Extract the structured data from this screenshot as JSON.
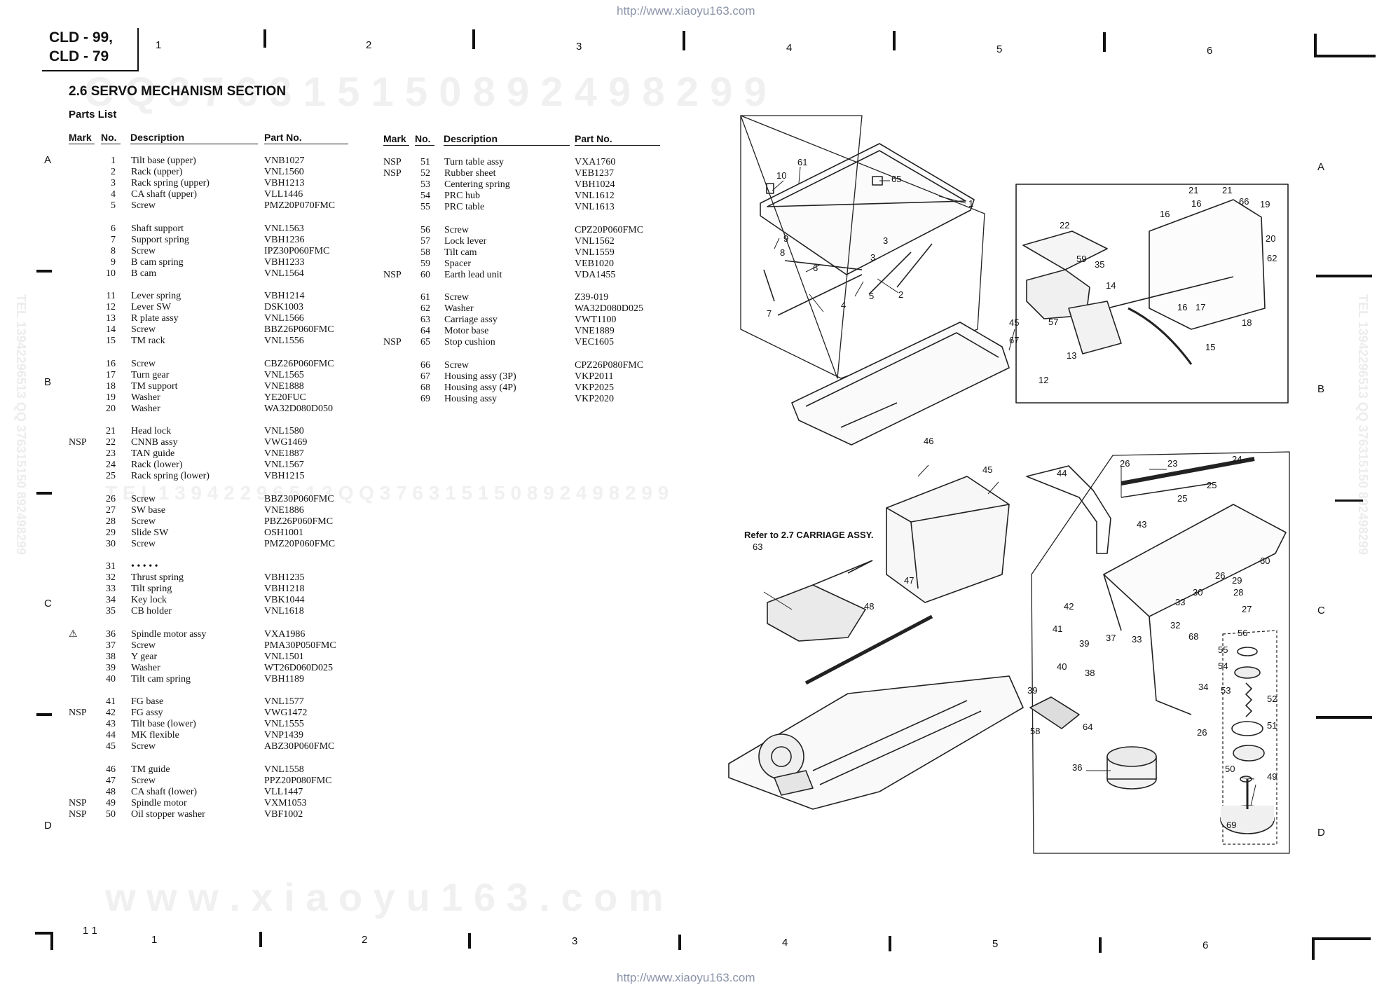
{
  "header": {
    "url_top": "http://www.xiaoyu163.com",
    "url_bottom": "http://www.xiaoyu163.com",
    "model_line1": "CLD - 99,",
    "model_line2": "CLD - 79",
    "page_number": "1 1"
  },
  "grid": {
    "columns_top": [
      "1",
      "2",
      "3",
      "4",
      "5",
      "6"
    ],
    "columns_bottom": [
      "1",
      "2",
      "3",
      "4",
      "5",
      "6"
    ],
    "rows": [
      "A",
      "B",
      "C",
      "D"
    ]
  },
  "watermarks": {
    "top_digits": "C Q   3 7 6 3 1 5 1 5 0           8 9 2 4 9 8 2 9 9",
    "mid_line": "T E L   1 3 9 4 2 2 9 6 5 1 3           Q Q   3 7 6 3 1 5 1 5 0           8 9 2 4 9 8 2 9 9",
    "bottom_url": "w w w . x i a o y u 1 6 3 . c o m",
    "left_side": "TEL 13942296513  QQ 376315150  892498299",
    "right_side": "TEL 13942296513  QQ 376315150  892498299"
  },
  "section": {
    "title": "2.6 SERVO MECHANISM SECTION",
    "subtitle": "Parts List"
  },
  "table_headers": {
    "mark": "Mark",
    "no": "No.",
    "description": "Description",
    "part_no": "Part No."
  },
  "parts_left": [
    {
      "mark": "",
      "no": "1",
      "desc": "Tilt base (upper)",
      "part": "VNB1027"
    },
    {
      "mark": "",
      "no": "2",
      "desc": "Rack (upper)",
      "part": "VNL1560"
    },
    {
      "mark": "",
      "no": "3",
      "desc": "Rack spring (upper)",
      "part": "VBH1213"
    },
    {
      "mark": "",
      "no": "4",
      "desc": "CA shaft (upper)",
      "part": "VLL1446"
    },
    {
      "mark": "",
      "no": "5",
      "desc": "Screw",
      "part": "PMZ20P070FMC"
    },
    {
      "mark": "",
      "no": "6",
      "desc": "Shaft support",
      "part": "VNL1563"
    },
    {
      "mark": "",
      "no": "7",
      "desc": "Support spring",
      "part": "VBH1236"
    },
    {
      "mark": "",
      "no": "8",
      "desc": "Screw",
      "part": "IPZ30P060FMC"
    },
    {
      "mark": "",
      "no": "9",
      "desc": "B cam spring",
      "part": "VBH1233"
    },
    {
      "mark": "",
      "no": "10",
      "desc": "B cam",
      "part": "VNL1564"
    },
    {
      "mark": "",
      "no": "11",
      "desc": "Lever spring",
      "part": "VBH1214"
    },
    {
      "mark": "",
      "no": "12",
      "desc": "Lever SW",
      "part": "DSK1003"
    },
    {
      "mark": "",
      "no": "13",
      "desc": "R plate assy",
      "part": "VNL1566"
    },
    {
      "mark": "",
      "no": "14",
      "desc": "Screw",
      "part": "BBZ26P060FMC"
    },
    {
      "mark": "",
      "no": "15",
      "desc": "TM rack",
      "part": "VNL1556"
    },
    {
      "mark": "",
      "no": "16",
      "desc": "Screw",
      "part": "CBZ26P060FMC"
    },
    {
      "mark": "",
      "no": "17",
      "desc": "Turn gear",
      "part": "VNL1565"
    },
    {
      "mark": "",
      "no": "18",
      "desc": "TM support",
      "part": "VNE1888"
    },
    {
      "mark": "",
      "no": "19",
      "desc": "Washer",
      "part": "YE20FUC"
    },
    {
      "mark": "",
      "no": "20",
      "desc": "Washer",
      "part": "WA32D080D050"
    },
    {
      "mark": "",
      "no": "21",
      "desc": "Head lock",
      "part": "VNL1580"
    },
    {
      "mark": "NSP",
      "no": "22",
      "desc": "CNNB assy",
      "part": "VWG1469"
    },
    {
      "mark": "",
      "no": "23",
      "desc": "TAN guide",
      "part": "VNE1887"
    },
    {
      "mark": "",
      "no": "24",
      "desc": "Rack (lower)",
      "part": "VNL1567"
    },
    {
      "mark": "",
      "no": "25",
      "desc": "Rack spring (lower)",
      "part": "VBH1215"
    },
    {
      "mark": "",
      "no": "26",
      "desc": "Screw",
      "part": "BBZ30P060FMC"
    },
    {
      "mark": "",
      "no": "27",
      "desc": "SW base",
      "part": "VNE1886"
    },
    {
      "mark": "",
      "no": "28",
      "desc": "Screw",
      "part": "PBZ26P060FMC"
    },
    {
      "mark": "",
      "no": "29",
      "desc": "Slide SW",
      "part": "OSH1001"
    },
    {
      "mark": "",
      "no": "30",
      "desc": "Screw",
      "part": "PMZ20P060FMC"
    },
    {
      "mark": "",
      "no": "31",
      "desc": "• • • • •",
      "part": ""
    },
    {
      "mark": "",
      "no": "32",
      "desc": "Thrust spring",
      "part": "VBH1235"
    },
    {
      "mark": "",
      "no": "33",
      "desc": "Tilt spring",
      "part": "VBH1218"
    },
    {
      "mark": "",
      "no": "34",
      "desc": "Key lock",
      "part": "VBK1044"
    },
    {
      "mark": "",
      "no": "35",
      "desc": "CB holder",
      "part": "VNL1618"
    },
    {
      "mark": "⚠",
      "no": "36",
      "desc": "Spindle motor assy",
      "part": "VXA1986"
    },
    {
      "mark": "",
      "no": "37",
      "desc": "Screw",
      "part": "PMA30P050FMC"
    },
    {
      "mark": "",
      "no": "38",
      "desc": "Y gear",
      "part": "VNL1501"
    },
    {
      "mark": "",
      "no": "39",
      "desc": "Washer",
      "part": "WT26D060D025"
    },
    {
      "mark": "",
      "no": "40",
      "desc": "Tilt cam spring",
      "part": "VBH1189"
    },
    {
      "mark": "",
      "no": "41",
      "desc": "FG base",
      "part": "VNL1577"
    },
    {
      "mark": "NSP",
      "no": "42",
      "desc": "FG assy",
      "part": "VWG1472"
    },
    {
      "mark": "",
      "no": "43",
      "desc": "Tilt base (lower)",
      "part": "VNL1555"
    },
    {
      "mark": "",
      "no": "44",
      "desc": "MK flexible",
      "part": "VNP1439"
    },
    {
      "mark": "",
      "no": "45",
      "desc": "Screw",
      "part": "ABZ30P060FMC"
    },
    {
      "mark": "",
      "no": "46",
      "desc": "TM guide",
      "part": "VNL1558"
    },
    {
      "mark": "",
      "no": "47",
      "desc": "Screw",
      "part": "PPZ20P080FMC"
    },
    {
      "mark": "",
      "no": "48",
      "desc": "CA shaft (lower)",
      "part": "VLL1447"
    },
    {
      "mark": "NSP",
      "no": "49",
      "desc": "Spindle motor",
      "part": "VXM1053"
    },
    {
      "mark": "NSP",
      "no": "50",
      "desc": "Oil stopper washer",
      "part": "VBF1002"
    }
  ],
  "parts_right": [
    {
      "mark": "NSP",
      "no": "51",
      "desc": "Turn table assy",
      "part": "VXA1760"
    },
    {
      "mark": "NSP",
      "no": "52",
      "desc": "Rubber sheet",
      "part": "VEB1237"
    },
    {
      "mark": "",
      "no": "53",
      "desc": "Centering spring",
      "part": "VBH1024"
    },
    {
      "mark": "",
      "no": "54",
      "desc": "PRC hub",
      "part": "VNL1612"
    },
    {
      "mark": "",
      "no": "55",
      "desc": "PRC table",
      "part": "VNL1613"
    },
    {
      "mark": "",
      "no": "56",
      "desc": "Screw",
      "part": "CPZ20P060FMC"
    },
    {
      "mark": "",
      "no": "57",
      "desc": "Lock lever",
      "part": "VNL1562"
    },
    {
      "mark": "",
      "no": "58",
      "desc": "Tilt cam",
      "part": "VNL1559"
    },
    {
      "mark": "",
      "no": "59",
      "desc": "Spacer",
      "part": "VEB1020"
    },
    {
      "mark": "NSP",
      "no": "60",
      "desc": "Earth lead unit",
      "part": "VDA1455"
    },
    {
      "mark": "",
      "no": "61",
      "desc": "Screw",
      "part": "Z39-019"
    },
    {
      "mark": "",
      "no": "62",
      "desc": "Washer",
      "part": "WA32D080D025"
    },
    {
      "mark": "",
      "no": "63",
      "desc": "Carriage assy",
      "part": "VWT1100"
    },
    {
      "mark": "",
      "no": "64",
      "desc": "Motor base",
      "part": "VNE1889"
    },
    {
      "mark": "NSP",
      "no": "65",
      "desc": "Stop cushion",
      "part": "VEC1605"
    },
    {
      "mark": "",
      "no": "66",
      "desc": "Screw",
      "part": "CPZ26P080FMC"
    },
    {
      "mark": "",
      "no": "67",
      "desc": "Housing assy (3P)",
      "part": "VKP2011"
    },
    {
      "mark": "",
      "no": "68",
      "desc": "Housing assy (4P)",
      "part": "VKP2025"
    },
    {
      "mark": "",
      "no": "69",
      "desc": "Housing assy",
      "part": "VKP2020"
    }
  ],
  "diagram": {
    "refer_note": "Refer to 2.7 CARRIAGE ASSY.",
    "callouts": [
      {
        "id": "c10",
        "label": "10"
      },
      {
        "id": "c61",
        "label": "61"
      },
      {
        "id": "c65",
        "label": "65"
      },
      {
        "id": "c1",
        "label": "1"
      },
      {
        "id": "c9",
        "label": "9"
      },
      {
        "id": "c8",
        "label": "8"
      },
      {
        "id": "c6",
        "label": "6"
      },
      {
        "id": "c3a",
        "label": "3"
      },
      {
        "id": "c3b",
        "label": "3"
      },
      {
        "id": "c2",
        "label": "2"
      },
      {
        "id": "c5",
        "label": "5"
      },
      {
        "id": "c4",
        "label": "4"
      },
      {
        "id": "c7",
        "label": "7"
      },
      {
        "id": "c45a",
        "label": "45"
      },
      {
        "id": "c67",
        "label": "67"
      },
      {
        "id": "c22",
        "label": "22"
      },
      {
        "id": "c59",
        "label": "59"
      },
      {
        "id": "c35",
        "label": "35"
      },
      {
        "id": "c21a",
        "label": "21"
      },
      {
        "id": "c21b",
        "label": "21"
      },
      {
        "id": "c16a",
        "label": "16"
      },
      {
        "id": "c16b",
        "label": "16"
      },
      {
        "id": "c66",
        "label": "66"
      },
      {
        "id": "c19",
        "label": "19"
      },
      {
        "id": "c20",
        "label": "20"
      },
      {
        "id": "c62",
        "label": "62"
      },
      {
        "id": "c14",
        "label": "14"
      },
      {
        "id": "c16c",
        "label": "16"
      },
      {
        "id": "c17",
        "label": "17"
      },
      {
        "id": "c18",
        "label": "18"
      },
      {
        "id": "c57",
        "label": "57"
      },
      {
        "id": "c13",
        "label": "13"
      },
      {
        "id": "c15",
        "label": "15"
      },
      {
        "id": "c12",
        "label": "12"
      },
      {
        "id": "c46",
        "label": "46"
      },
      {
        "id": "c45b",
        "label": "45"
      },
      {
        "id": "c44",
        "label": "44"
      },
      {
        "id": "c63",
        "label": "63"
      },
      {
        "id": "c47",
        "label": "47"
      },
      {
        "id": "c48",
        "label": "48"
      },
      {
        "id": "c26a",
        "label": "26"
      },
      {
        "id": "c23",
        "label": "23"
      },
      {
        "id": "c24",
        "label": "24"
      },
      {
        "id": "c25a",
        "label": "25"
      },
      {
        "id": "c25b",
        "label": "25"
      },
      {
        "id": "c43",
        "label": "43"
      },
      {
        "id": "c60",
        "label": "60"
      },
      {
        "id": "c29",
        "label": "29"
      },
      {
        "id": "c26b",
        "label": "26"
      },
      {
        "id": "c30",
        "label": "30"
      },
      {
        "id": "c28",
        "label": "28"
      },
      {
        "id": "c27",
        "label": "27"
      },
      {
        "id": "c42",
        "label": "42"
      },
      {
        "id": "c33a",
        "label": "33"
      },
      {
        "id": "c32",
        "label": "32"
      },
      {
        "id": "c41",
        "label": "41"
      },
      {
        "id": "c68",
        "label": "68"
      },
      {
        "id": "c39a",
        "label": "39"
      },
      {
        "id": "c37",
        "label": "37"
      },
      {
        "id": "c33b",
        "label": "33"
      },
      {
        "id": "c56",
        "label": "56"
      },
      {
        "id": "c55",
        "label": "55"
      },
      {
        "id": "c40",
        "label": "40"
      },
      {
        "id": "c54",
        "label": "54"
      },
      {
        "id": "c53",
        "label": "53"
      },
      {
        "id": "c38",
        "label": "38"
      },
      {
        "id": "c34",
        "label": "34"
      },
      {
        "id": "c39b",
        "label": "39"
      },
      {
        "id": "c52",
        "label": "52"
      },
      {
        "id": "c58",
        "label": "58"
      },
      {
        "id": "c64",
        "label": "64"
      },
      {
        "id": "c26c",
        "label": "26"
      },
      {
        "id": "c51",
        "label": "51"
      },
      {
        "id": "c36",
        "label": "36"
      },
      {
        "id": "c50",
        "label": "50"
      },
      {
        "id": "c49",
        "label": "49"
      },
      {
        "id": "c69",
        "label": "69"
      }
    ]
  }
}
